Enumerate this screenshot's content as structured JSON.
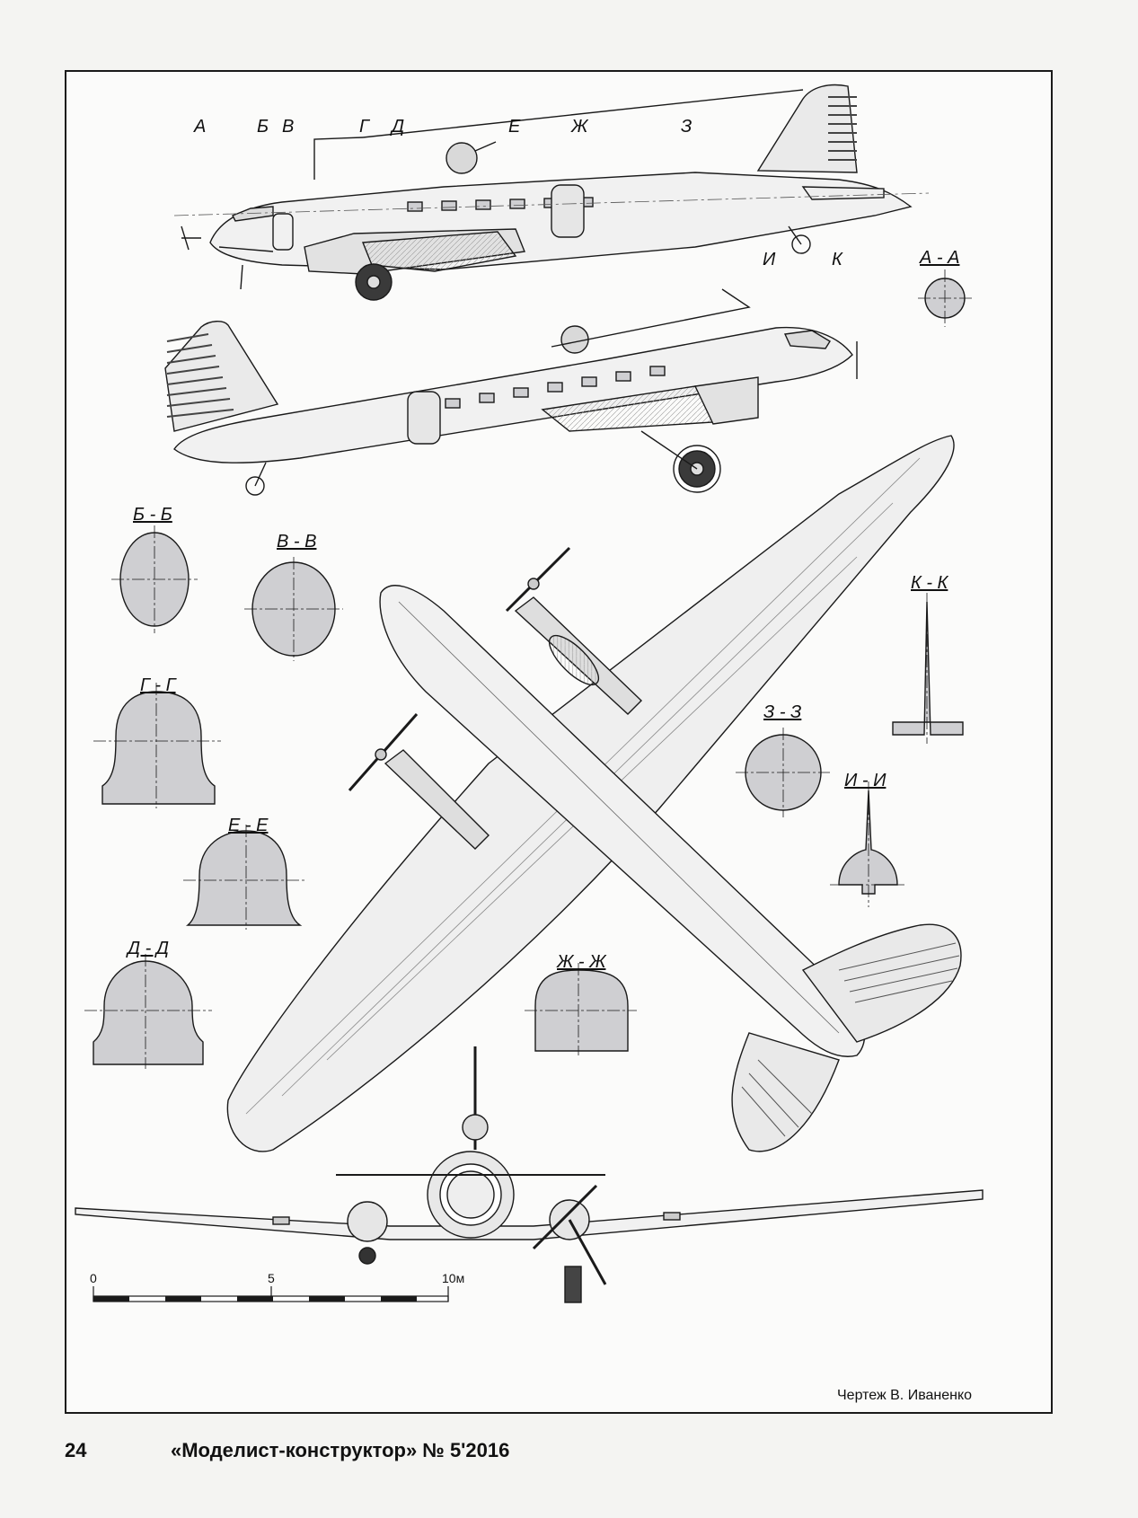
{
  "page_number": "24",
  "magazine": "«Моделист-конструктор» № 5'2016",
  "credit": "Чертеж В. Иваненко",
  "section_labels": {
    "aa": "А - А",
    "bb": "Б - Б",
    "vv": "В - В",
    "gg": "Г - Г",
    "ee": "Е - Е",
    "dd": "Д - Д",
    "zhzh": "Ж - Ж",
    "zz": "З - З",
    "ii": "И - И",
    "kk": "К - К"
  },
  "station_labels": {
    "a": "А",
    "b": "Б",
    "v": "В",
    "g": "Г",
    "d": "Д",
    "e": "Е",
    "zh": "Ж",
    "z": "З",
    "i": "И",
    "k": "К"
  },
  "scale": {
    "start": "0",
    "mid": "5",
    "end": "10м"
  },
  "colors": {
    "fill": "#cfcfd2",
    "line": "#1a1a1a",
    "paper": "#fbfbfa"
  }
}
